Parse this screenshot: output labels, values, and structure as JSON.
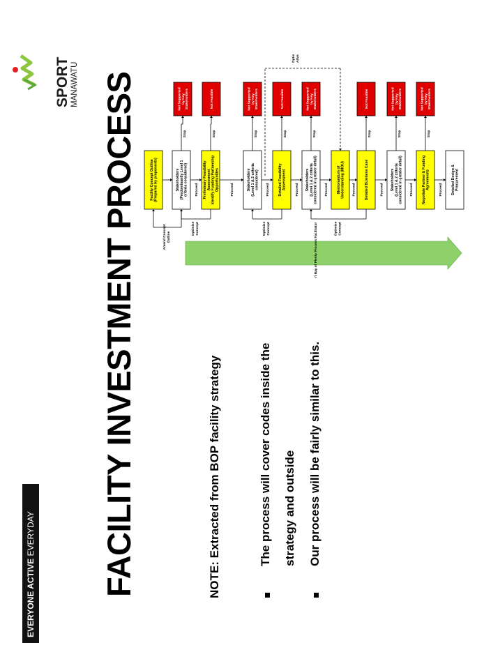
{
  "slide": {
    "tagline_bold": "EVERYONE ACTIVE",
    "tagline_rest": " EVERYDAY",
    "title": "FACILITY INVESTMENT PROCESS",
    "note": "NOTE:  Extracted from BOP facility strategy",
    "bullet_1_line_1": "The process will cover codes inside the",
    "bullet_1_line_2": "strategy and outside",
    "bullet_2": "Our process will be fairly similar to this.",
    "bullet_glyph": "▪"
  },
  "logo": {
    "word_1": "SPORT",
    "word_2": "MANAWATU",
    "colors": {
      "green": "#8cc63f",
      "red": "#e31e24",
      "dark": "#1a1a1a"
    }
  },
  "diagram": {
    "colors": {
      "yellow": "#ffff00",
      "red": "#e00000",
      "white": "#ffffff",
      "arrow": "#8ed16b",
      "arrow_dark": "#5aa83a"
    },
    "facilitator": "Sport Bay of Plenty  Process Facilitator",
    "option_line_1": "Option to",
    "option_line_2": "Advance MOU",
    "loop_labels": {
      "amend": [
        "Amend Concept",
        "Outline"
      ],
      "optimise": [
        "Optimise",
        "Concept"
      ]
    },
    "stop_label": "Stop",
    "proceed_label": "Proceed",
    "steps": [
      {
        "lines": [
          "Facility Concept Outline",
          "(Prepared by proponents)"
        ],
        "fill": "yellow"
      },
      {
        "lines": [
          "Stakeholders",
          "(Predominantly Level 1",
          "criteria considered)"
        ],
        "fill": "white"
      },
      {
        "lines": [
          "Preliminary Feasibility",
          "Assessment",
          "Identify Funding Partnership",
          "Opportunities"
        ],
        "fill": "yellow"
      },
      {
        "lines": [
          "Stakeholders",
          "(Level 1 & 2 criteria",
          "considered)"
        ],
        "fill": "white"
      },
      {
        "lines": [
          "Detailed Feasibility",
          "Assessment"
        ],
        "fill": "yellow"
      },
      {
        "lines": [
          "Stakeholders",
          "(Level 1 & 2 criteria",
          "considered in greater detail)"
        ],
        "fill": "white"
      },
      {
        "lines": [
          "Memorandum of",
          "Understanding (MOU)"
        ],
        "fill": "yellow"
      },
      {
        "lines": [
          "Detailed Business Case"
        ],
        "fill": "yellow"
      },
      {
        "lines": [
          "Stakeholders",
          "(Level 1 & 2 criteria",
          "considered in greater detail)"
        ],
        "fill": "white"
      },
      {
        "lines": [
          "Negotiate Partner & Funding",
          "Agreements"
        ],
        "fill": "yellow"
      },
      {
        "lines": [
          "Detailed Design &",
          "Procurement"
        ],
        "fill": "white"
      }
    ],
    "outcomes": [
      {
        "lines": [
          "Not Supported",
          "by Key",
          "Stakeholders"
        ]
      },
      {
        "lines": [
          "Not Feasible"
        ]
      },
      {
        "lines": [
          "Not Supported",
          "by Key",
          "Stakeholders"
        ]
      },
      {
        "lines": [
          "Not Feasible"
        ]
      },
      {
        "lines": [
          "Not Supported",
          "by Key",
          "Stakeholders"
        ]
      },
      {
        "lines": [
          "Not Feasible"
        ]
      },
      {
        "lines": [
          "Not Supported",
          "by Key",
          "Stakeholders"
        ]
      },
      {
        "lines": [
          "Not Supported",
          "by Key",
          "Stakeholders"
        ]
      }
    ]
  }
}
